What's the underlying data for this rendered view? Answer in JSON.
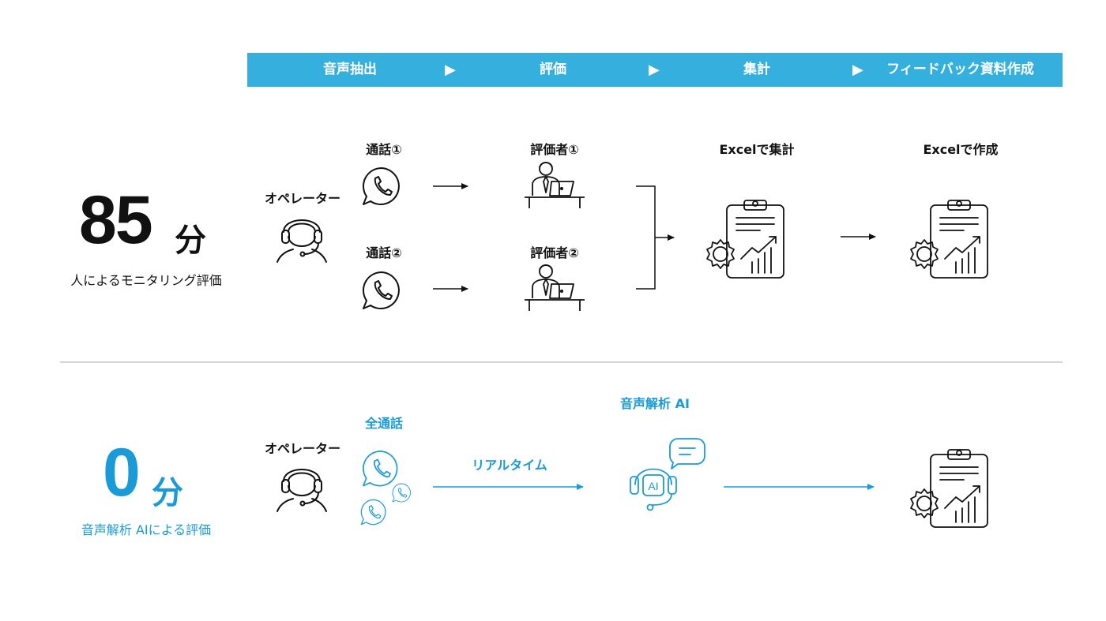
{
  "header_steps": [
    "音声抽出",
    "評価",
    "集計",
    "フィードバック資料作成"
  ],
  "arrow_glyph": "▶",
  "manual": {
    "minutes": "85",
    "unit": "分",
    "caption": "人によるモニタリング評価",
    "operator_label": "オペレーター",
    "call_1": "通話①",
    "call_2": "通話②",
    "evaluator_1": "評価者①",
    "evaluator_2": "評価者②",
    "aggregate_label": "Excelで集計",
    "report_label": "Excelで作成"
  },
  "ai": {
    "minutes": "0",
    "unit": "分",
    "caption": "音声解析 AIによる評価",
    "operator_label": "オペレーター",
    "all_calls_label": "全通話",
    "realtime_label": "リアルタイム",
    "ai_label": "音声解析 AI",
    "ai_badge": "AI"
  },
  "colors": {
    "accent": "#35afdd",
    "accent_text": "#1a9bd7",
    "ink": "#111111"
  }
}
